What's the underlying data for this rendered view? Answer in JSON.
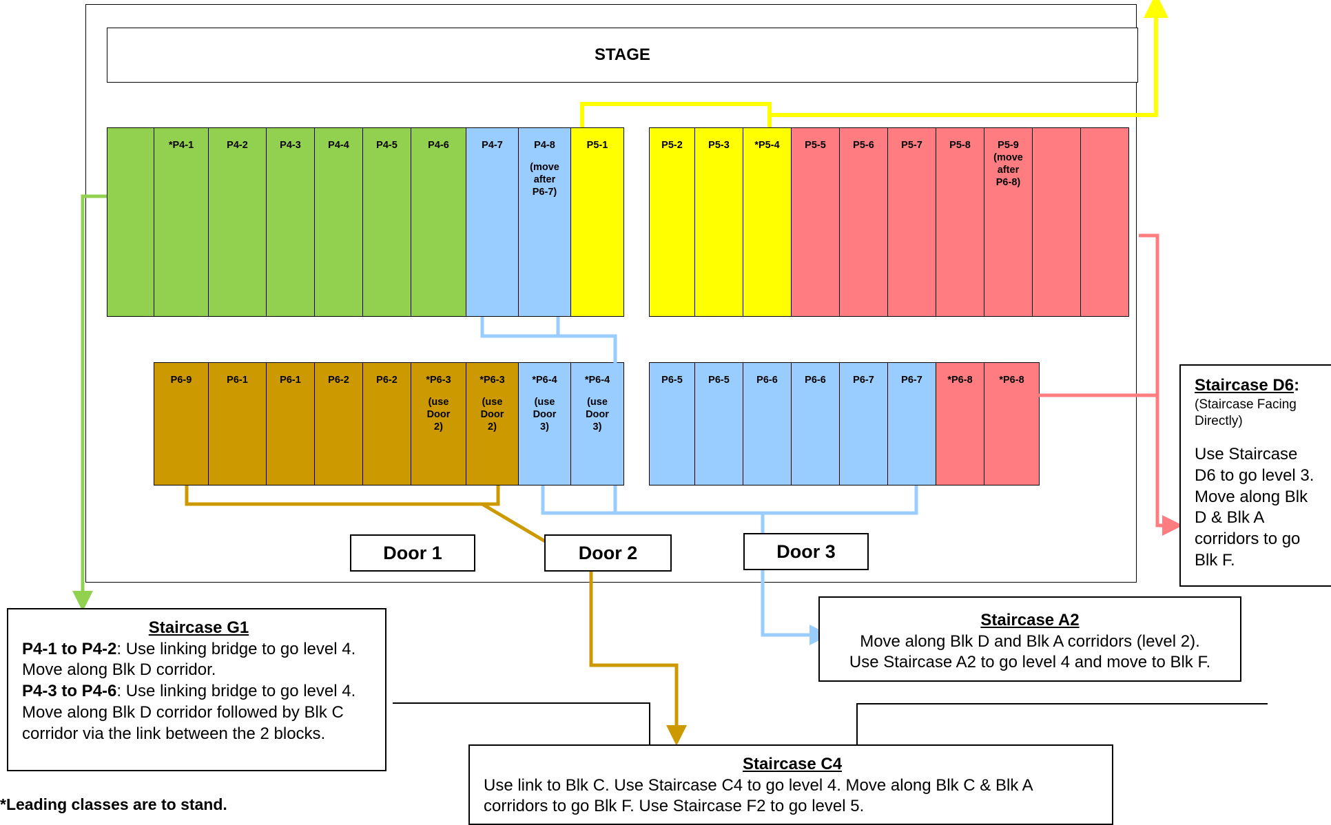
{
  "stage_label": "STAGE",
  "colors": {
    "p4": "#92D050",
    "blue": "#99CCFF",
    "yellow": "#FFFF00",
    "red": "#FF7C80",
    "brown": "#CC9900"
  },
  "row1_left": [
    {
      "label": "",
      "note": "",
      "color": "p4"
    },
    {
      "label": "*P4-1",
      "note": "",
      "color": "p4"
    },
    {
      "label": "P4-2",
      "note": "",
      "color": "p4"
    },
    {
      "label": "P4-3",
      "note": "",
      "color": "p4"
    },
    {
      "label": "P4-4",
      "note": "",
      "color": "p4"
    },
    {
      "label": "P4-5",
      "note": "",
      "color": "p4"
    },
    {
      "label": "P4-6",
      "note": "",
      "color": "p4"
    },
    {
      "label": "P4-7",
      "note": "",
      "color": "blue"
    },
    {
      "label": "P4-8",
      "note": "(move\nafter\nP6-7)",
      "color": "blue"
    },
    {
      "label": "P5-1",
      "note": "",
      "color": "yellow"
    }
  ],
  "row1_right": [
    {
      "label": "P5-2",
      "note": "",
      "color": "yellow"
    },
    {
      "label": "P5-3",
      "note": "",
      "color": "yellow"
    },
    {
      "label": "*P5-4",
      "note": "",
      "color": "yellow"
    },
    {
      "label": "P5-5",
      "note": "",
      "color": "red"
    },
    {
      "label": "P5-6",
      "note": "",
      "color": "red"
    },
    {
      "label": "P5-7",
      "note": "",
      "color": "red"
    },
    {
      "label": "P5-8",
      "note": "",
      "color": "red"
    },
    {
      "label": "P5-9",
      "note": "(move\nafter\nP6-8)",
      "color": "red"
    },
    {
      "label": "",
      "note": "",
      "color": "red"
    },
    {
      "label": "",
      "note": "",
      "color": "red"
    }
  ],
  "row2_left": [
    {
      "label": "P6-9",
      "note": "",
      "color": "brown"
    },
    {
      "label": "P6-1",
      "note": "",
      "color": "brown"
    },
    {
      "label": "P6-1",
      "note": "",
      "color": "brown"
    },
    {
      "label": "P6-2",
      "note": "",
      "color": "brown"
    },
    {
      "label": "P6-2",
      "note": "",
      "color": "brown"
    },
    {
      "label": "*P6-3",
      "note": "(use\nDoor\n2)",
      "color": "brown"
    },
    {
      "label": "*P6-3",
      "note": "(use\nDoor\n2)",
      "color": "brown"
    },
    {
      "label": "*P6-4",
      "note": "(use\nDoor\n3)",
      "color": "blue"
    },
    {
      "label": "*P6-4",
      "note": "(use\nDoor\n3)",
      "color": "blue"
    }
  ],
  "row2_right": [
    {
      "label": "P6-5",
      "note": "",
      "color": "blue"
    },
    {
      "label": "P6-5",
      "note": "",
      "color": "blue"
    },
    {
      "label": "P6-6",
      "note": "",
      "color": "blue"
    },
    {
      "label": "P6-6",
      "note": "",
      "color": "blue"
    },
    {
      "label": "P6-7",
      "note": "",
      "color": "blue"
    },
    {
      "label": "P6-7",
      "note": "",
      "color": "blue"
    },
    {
      "label": "*P6-8",
      "note": "",
      "color": "red"
    },
    {
      "label": "*P6-8",
      "note": "",
      "color": "red"
    }
  ],
  "doors": {
    "door1": "Door 1",
    "door2": "Door 2",
    "door3": "Door 3"
  },
  "staircase_g1": {
    "title": "Staircase G1",
    "l1_bold": "P4-1 to P4-2",
    "l1_text": ": Use linking bridge to go level 4. Move along Blk D corridor.",
    "l2_bold": "P4-3 to P4-6",
    "l2_text": ": Use linking bridge to go level 4. Move along Blk D corridor followed by Blk C corridor via the link between the 2 blocks."
  },
  "staircase_a2": {
    "title": "Staircase A2",
    "text": "Move along Blk D and Blk A corridors (level 2). Use Staircase A2 to go level 4 and move to Blk F."
  },
  "staircase_c4": {
    "title": "Staircase C4",
    "text": "Use link to Blk C. Use Staircase C4 to go level 4. Move along Blk C & Blk A corridors to go Blk F. Use Staircase F2 to go level 5."
  },
  "staircase_d6": {
    "title": "Staircase D6",
    "title_suffix": ":",
    "subtitle": "(Staircase Facing Directly)",
    "text": "Use Staircase D6 to go level 3.  Move along Blk D & Blk A corridors to go Blk F."
  },
  "footnote": "*Leading classes are to stand."
}
